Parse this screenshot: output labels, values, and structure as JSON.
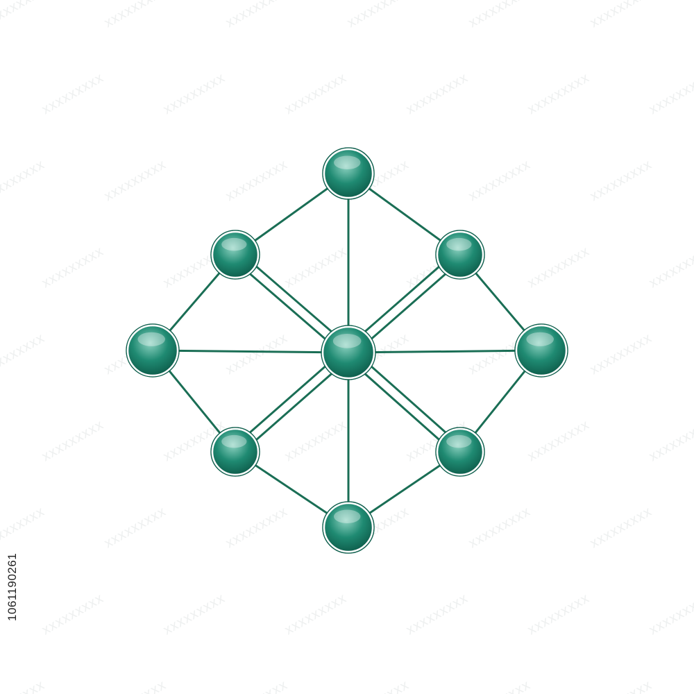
{
  "colors": {
    "node_fill": "#1f8a72",
    "node_dark": "#0f5f4d",
    "node_highlight": "#8fd3c2",
    "edge": "#1a6e55",
    "background": "#ffffff"
  },
  "diagram": {
    "nodes": [
      {
        "id": "top"
      },
      {
        "id": "upper-left"
      },
      {
        "id": "upper-right"
      },
      {
        "id": "left"
      },
      {
        "id": "center"
      },
      {
        "id": "right"
      },
      {
        "id": "lower-left"
      },
      {
        "id": "lower-right"
      },
      {
        "id": "bottom"
      }
    ],
    "edges": [
      {
        "from": "top",
        "to": "upper-left",
        "double": false
      },
      {
        "from": "top",
        "to": "upper-right",
        "double": false
      },
      {
        "from": "top",
        "to": "center",
        "double": false
      },
      {
        "from": "upper-left",
        "to": "left",
        "double": false
      },
      {
        "from": "upper-right",
        "to": "right",
        "double": false
      },
      {
        "from": "left",
        "to": "center",
        "double": false
      },
      {
        "from": "right",
        "to": "center",
        "double": false
      },
      {
        "from": "left",
        "to": "lower-left",
        "double": false
      },
      {
        "from": "right",
        "to": "lower-right",
        "double": false
      },
      {
        "from": "lower-left",
        "to": "bottom",
        "double": false
      },
      {
        "from": "lower-right",
        "to": "bottom",
        "double": false
      },
      {
        "from": "center",
        "to": "bottom",
        "double": false
      },
      {
        "from": "upper-left",
        "to": "center",
        "double": true
      },
      {
        "from": "upper-right",
        "to": "center",
        "double": true
      },
      {
        "from": "lower-left",
        "to": "center",
        "double": true
      },
      {
        "from": "lower-right",
        "to": "center",
        "double": true
      }
    ]
  },
  "stock_id": "1061190261",
  "watermark_text": "xxxxxxxxx"
}
